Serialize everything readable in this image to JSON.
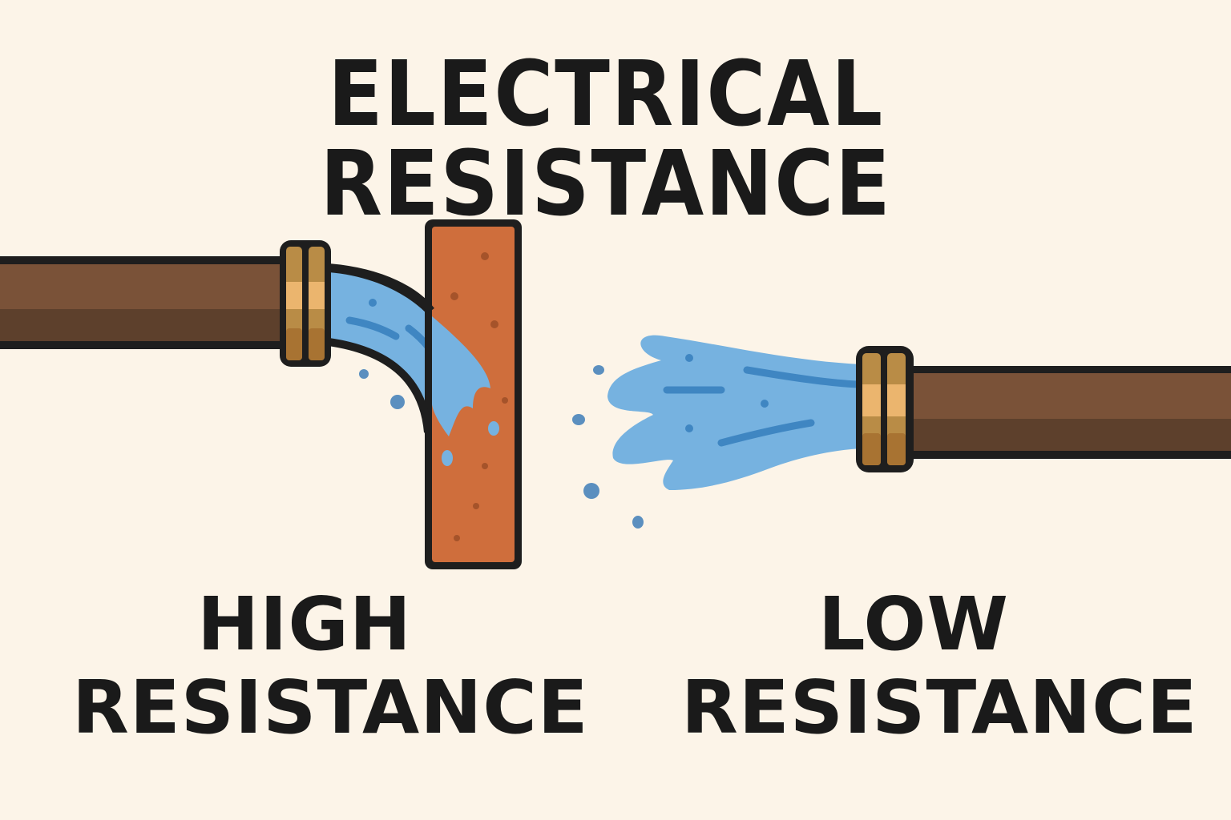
{
  "title": "ELECTRICAL RESISTANCE",
  "panels": [
    {
      "line1": "HIGH",
      "line2": "RESISTANCE",
      "depiction": "water-flow-blocked-by-wall"
    },
    {
      "line1": "LOW",
      "line2": "RESISTANCE",
      "depiction": "water-flowing-freely-from-pipe"
    }
  ],
  "colors": {
    "background": "#fcf4e8",
    "text": "#1a1a1a",
    "pipe_light": "#7a5238",
    "pipe_dark": "#5d402c",
    "coupling": "#b98c46",
    "coupling_highlight": "#ebb56e",
    "wall": "#cf6e3c",
    "water": "#76b2e0",
    "water_dark": "#3f86c2",
    "outline": "#1e1e1e"
  }
}
